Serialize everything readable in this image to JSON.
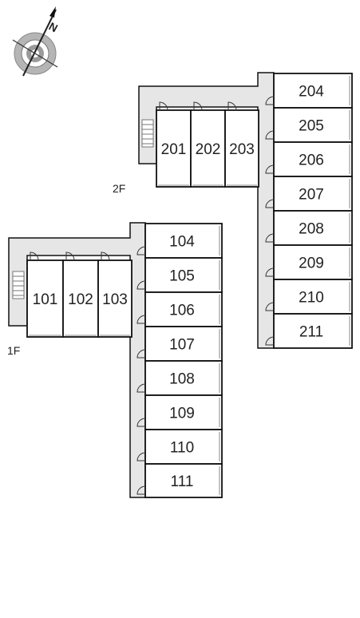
{
  "compass": {
    "label": "N",
    "icon": "north-compass-icon"
  },
  "floors": [
    {
      "label": "2F",
      "rooms": [
        "201",
        "202",
        "203",
        "204",
        "205",
        "206",
        "207",
        "208",
        "209",
        "210",
        "211"
      ]
    },
    {
      "label": "1F",
      "rooms": [
        "101",
        "102",
        "103",
        "104",
        "105",
        "106",
        "107",
        "108",
        "109",
        "110",
        "111"
      ]
    }
  ],
  "colors": {
    "corridor": "#e6e6e6",
    "wall": "#111111",
    "stair": "#777777"
  }
}
